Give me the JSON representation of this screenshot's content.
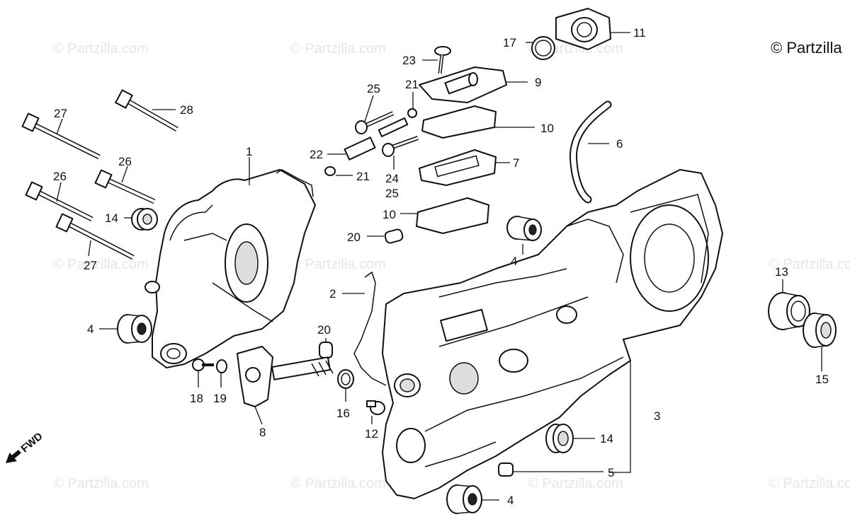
{
  "watermark_text": "© Partzilla.com",
  "copyright_label": "© Partzilla",
  "direction_label": "FWD",
  "callouts": [
    {
      "id": "c1",
      "text": "1"
    },
    {
      "id": "c2",
      "text": "2"
    },
    {
      "id": "c3",
      "text": "3"
    },
    {
      "id": "c4a",
      "text": "4"
    },
    {
      "id": "c4b",
      "text": "4"
    },
    {
      "id": "c4c",
      "text": "4"
    },
    {
      "id": "c5",
      "text": "5"
    },
    {
      "id": "c6",
      "text": "6"
    },
    {
      "id": "c7",
      "text": "7"
    },
    {
      "id": "c8",
      "text": "8"
    },
    {
      "id": "c9",
      "text": "9"
    },
    {
      "id": "c10a",
      "text": "10"
    },
    {
      "id": "c10b",
      "text": "10"
    },
    {
      "id": "c11",
      "text": "11"
    },
    {
      "id": "c12",
      "text": "12"
    },
    {
      "id": "c13",
      "text": "13"
    },
    {
      "id": "c14a",
      "text": "14"
    },
    {
      "id": "c14b",
      "text": "14"
    },
    {
      "id": "c15",
      "text": "15"
    },
    {
      "id": "c16",
      "text": "16"
    },
    {
      "id": "c17",
      "text": "17"
    },
    {
      "id": "c18",
      "text": "18"
    },
    {
      "id": "c19",
      "text": "19"
    },
    {
      "id": "c20a",
      "text": "20"
    },
    {
      "id": "c20b",
      "text": "20"
    },
    {
      "id": "c21a",
      "text": "21"
    },
    {
      "id": "c21b",
      "text": "21"
    },
    {
      "id": "c22",
      "text": "22"
    },
    {
      "id": "c23",
      "text": "23"
    },
    {
      "id": "c24",
      "text": "24"
    },
    {
      "id": "c25a",
      "text": "25"
    },
    {
      "id": "c25b",
      "text": "25"
    },
    {
      "id": "c26a",
      "text": "26"
    },
    {
      "id": "c26b",
      "text": "26"
    },
    {
      "id": "c27a",
      "text": "27"
    },
    {
      "id": "c27b",
      "text": "27"
    },
    {
      "id": "c28",
      "text": "28"
    }
  ]
}
